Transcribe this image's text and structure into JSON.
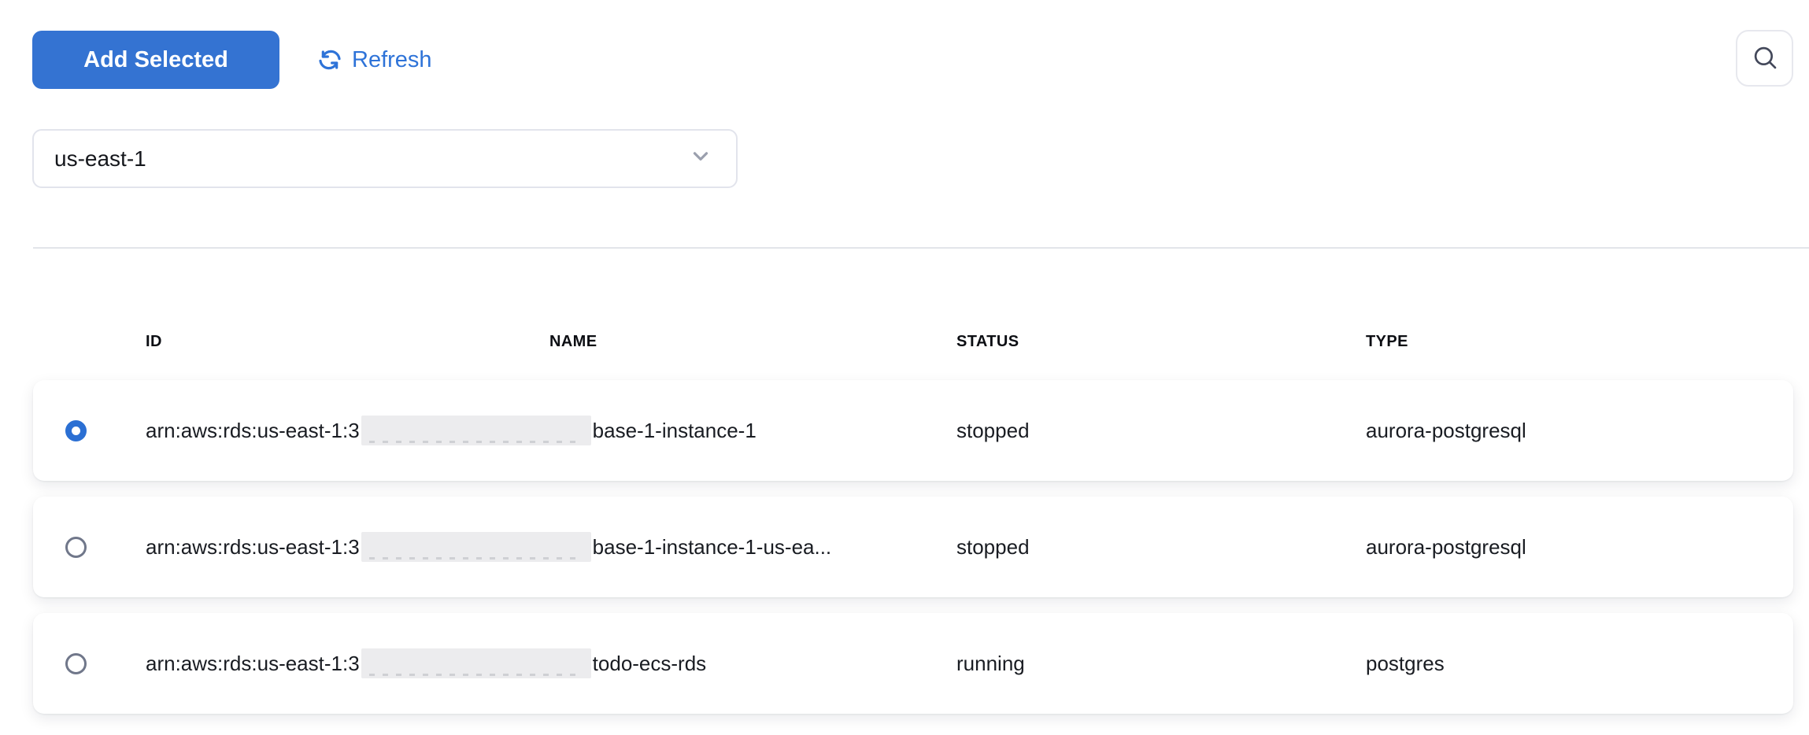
{
  "toolbar": {
    "add_selected_label": "Add Selected",
    "refresh_label": "Refresh"
  },
  "region_select": {
    "value": "us-east-1"
  },
  "icons": {
    "refresh": "refresh-icon",
    "search": "search-icon",
    "chevron": "chevron-down-icon"
  },
  "colors": {
    "primary_button_blue": "#3473d2",
    "link_blue": "#2e73d8",
    "radio_selected_blue": "#2b6fd3",
    "divider_gray": "#e2e5ea",
    "redaction_gray": "#ececee"
  },
  "table": {
    "columns": [
      "ID",
      "NAME",
      "STATUS",
      "TYPE"
    ],
    "rows": [
      {
        "selected": true,
        "id_prefix": "arn:aws:rds:us-east-1:3",
        "id_redacted": true,
        "name": "base-1-instance-1",
        "status": "stopped",
        "type": "aurora-postgresql"
      },
      {
        "selected": false,
        "id_prefix": "arn:aws:rds:us-east-1:3",
        "id_redacted": true,
        "name": "base-1-instance-1-us-ea...",
        "status": "stopped",
        "type": "aurora-postgresql"
      },
      {
        "selected": false,
        "id_prefix": "arn:aws:rds:us-east-1:3",
        "id_redacted": true,
        "name": "todo-ecs-rds",
        "status": "running",
        "type": "postgres"
      }
    ]
  }
}
